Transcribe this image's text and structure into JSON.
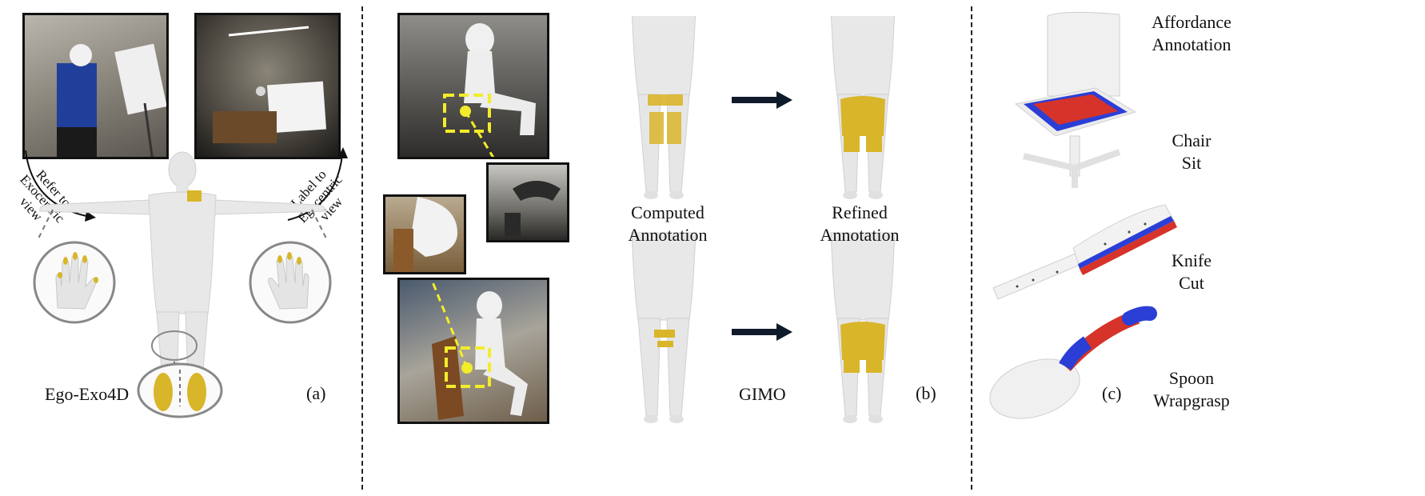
{
  "panel_a": {
    "arrow_left_text_1": "Refer to",
    "arrow_left_text_2": "Exocentric view",
    "arrow_right_text_1": "Label to",
    "arrow_right_text_2": "Egocentric view",
    "dataset_label": "Ego-Exo4D",
    "letter": "(a)"
  },
  "panel_b": {
    "computed_label_1": "Computed",
    "computed_label_2": "Annotation",
    "refined_label_1": "Refined",
    "refined_label_2": "Annotation",
    "dataset_label": "GIMO",
    "letter": "(b)"
  },
  "panel_c": {
    "header_1": "Affordance",
    "header_2": "Annotation",
    "items": [
      {
        "object": "Chair",
        "action": "Sit"
      },
      {
        "object": "Knife",
        "action": "Cut"
      },
      {
        "object": "Spoon",
        "action": "Wrapgrasp"
      }
    ],
    "letter": "(c)"
  },
  "colors": {
    "contact_yellow": "#d9b52a",
    "highlight_yellow": "#f2ec2b",
    "affordance_red": "#d6332a",
    "affordance_blue": "#2b3fd6",
    "arrow_dark": "#0f1a2b"
  }
}
